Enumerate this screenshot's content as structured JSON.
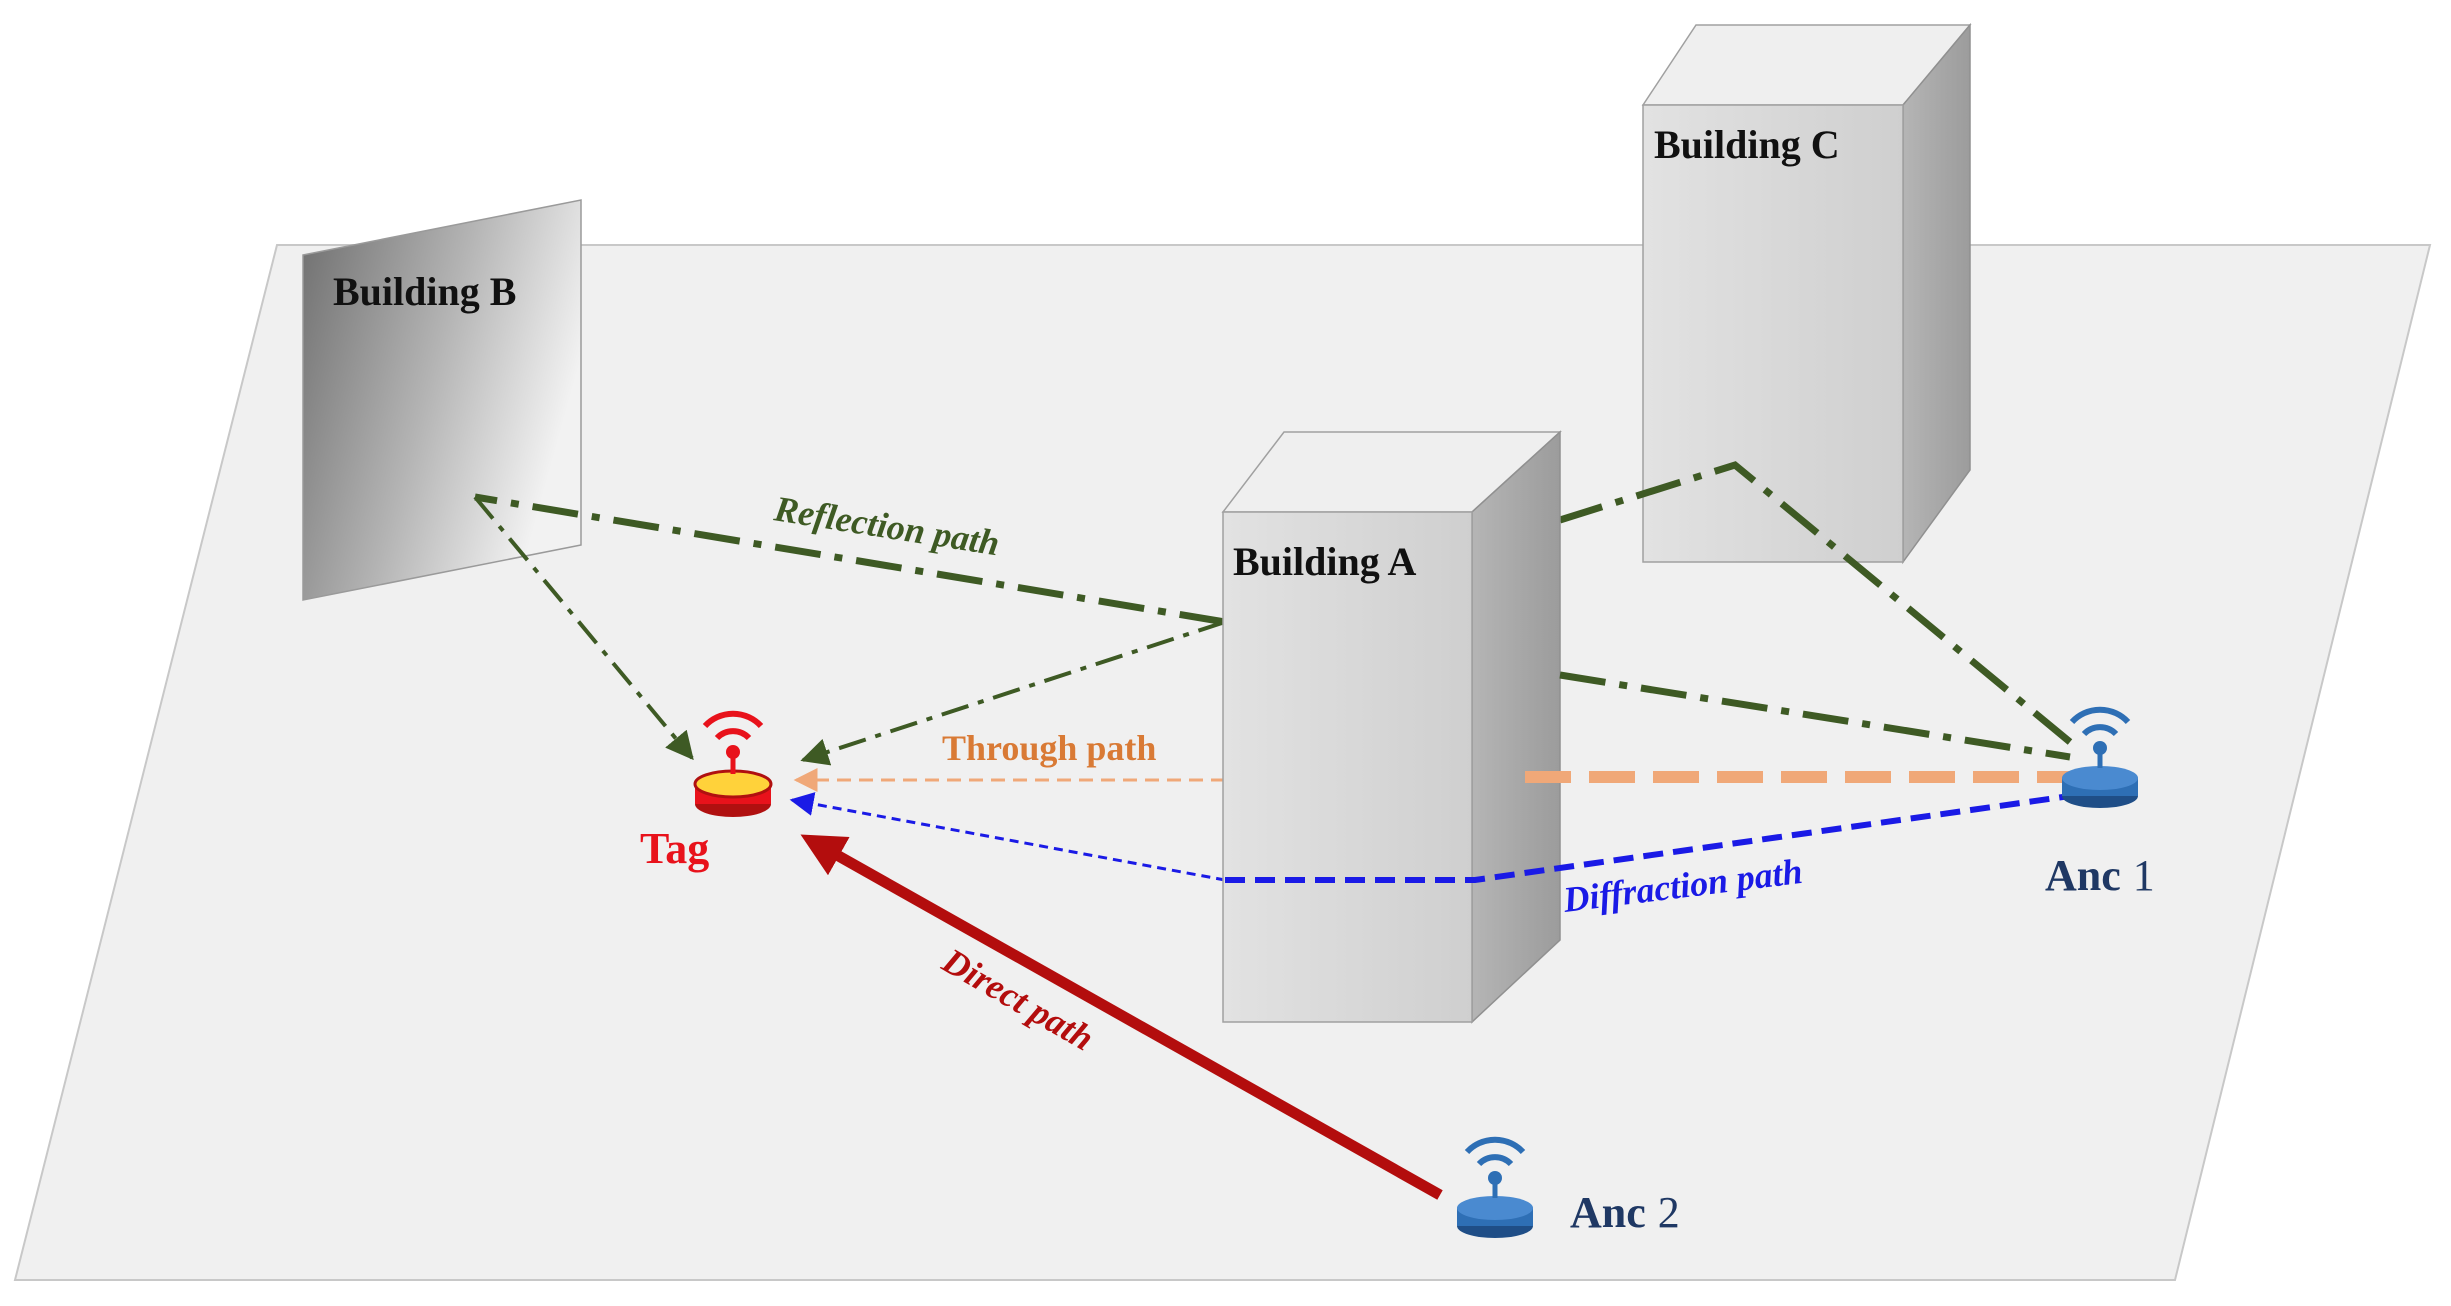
{
  "buildings": {
    "a": {
      "label": "Building A"
    },
    "b": {
      "label": "Building B"
    },
    "c": {
      "label": "Building C"
    }
  },
  "devices": {
    "tag": {
      "label": "Tag",
      "icon": "wifi-router-icon",
      "color": "#e8121b"
    },
    "anc1": {
      "label_word": "Anc",
      "label_num": "1",
      "icon": "wifi-router-icon",
      "color": "#2e6fb5"
    },
    "anc2": {
      "label_word": "Anc",
      "label_num": "2",
      "icon": "wifi-router-icon",
      "color": "#2e6fb5"
    }
  },
  "paths": {
    "reflection": {
      "label": "Reflection path",
      "color": "#3e5a24"
    },
    "through": {
      "label": "Through path",
      "color": "#f0a878"
    },
    "diffraction": {
      "label": "Diffraction path",
      "color": "#1a1ae6"
    },
    "direct": {
      "label": "Direct path",
      "color": "#b30d0d"
    }
  },
  "colors": {
    "ground": "#f0f0f0",
    "building_front": "#d6d6d6",
    "building_side": "#a9a9a9",
    "building_top": "#eeeeee",
    "label_text": "#111111",
    "anc_text": "#1f3864"
  }
}
